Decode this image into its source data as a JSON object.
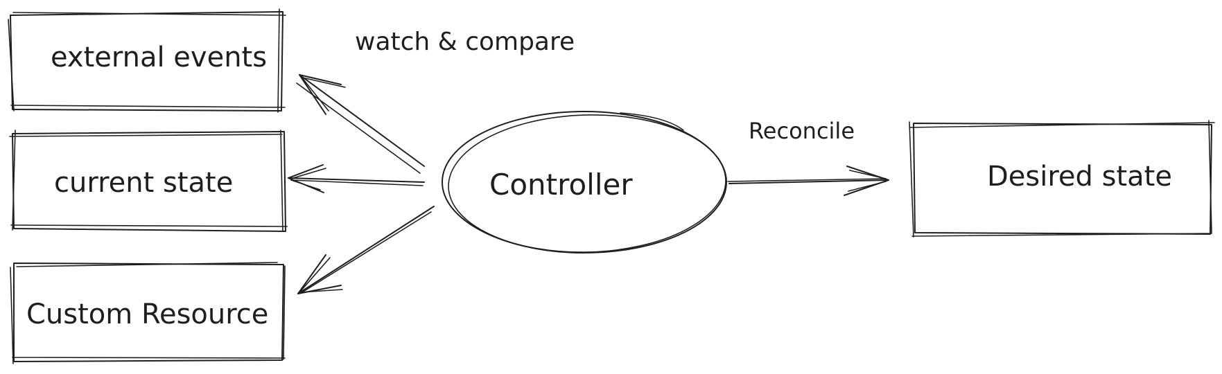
{
  "nodes": {
    "external_events": "external events",
    "current_state": "current state",
    "custom_resource": "Custom Resource",
    "controller": "Controller",
    "desired_state": "Desired state"
  },
  "edges": {
    "watch_compare": "watch & compare",
    "reconcile": "Reconcile"
  },
  "colors": {
    "stroke": "#1e1e1e",
    "background": "#ffffff"
  }
}
